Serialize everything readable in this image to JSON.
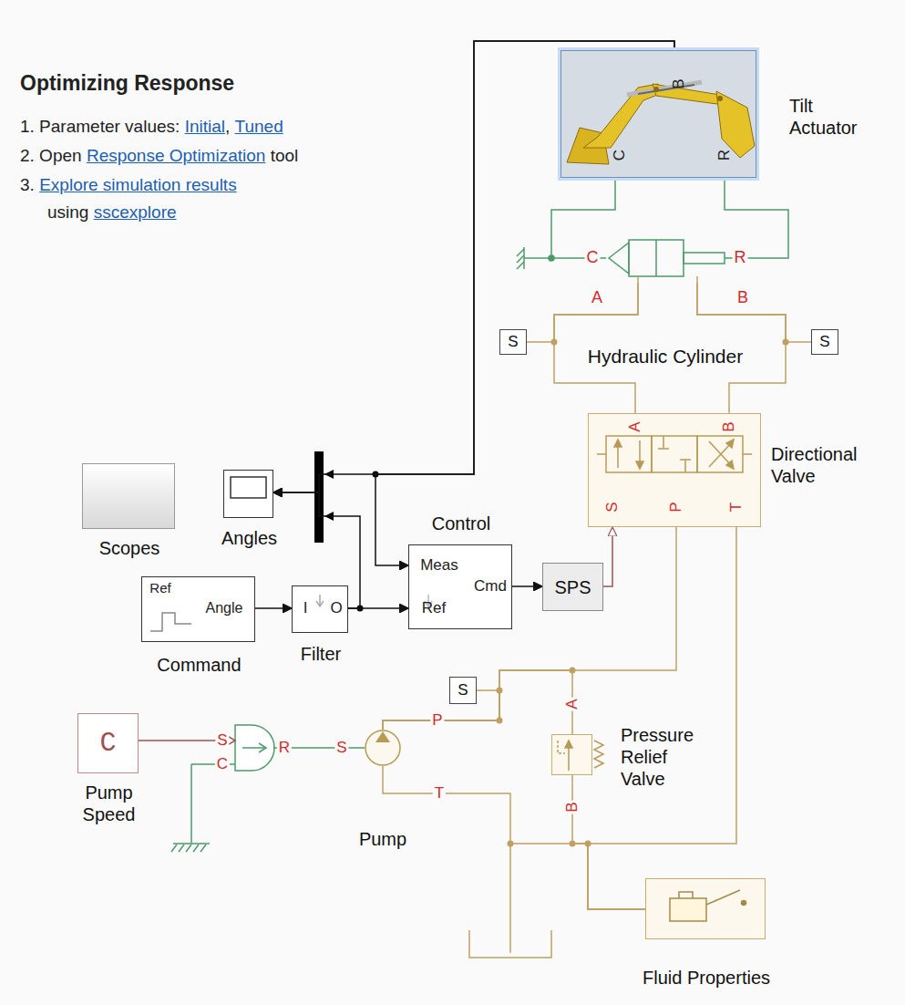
{
  "diagram": {
    "title": "Optimizing Response",
    "nodes": [
      {
        "text": [
          "Tilt Actuator"
        ]
      },
      {
        "text": [
          "Hydraulic Cylinder"
        ]
      },
      {
        "text": [
          "S"
        ]
      },
      {
        "text": [
          "S"
        ]
      },
      {
        "text": [
          "Directional Valve"
        ]
      },
      {
        "text": [
          "Scopes"
        ]
      },
      {
        "text": [
          "Angles"
        ]
      },
      {
        "text": [
          "Command"
        ]
      },
      {
        "text": [
          "Filter"
        ]
      },
      {
        "text": [
          "Control"
        ]
      },
      {
        "text": [
          "SPS"
        ]
      },
      {
        "text": [
          "S"
        ]
      },
      {
        "text": [
          "C",
          "Pump Speed"
        ]
      },
      {
        "text": [
          "Pump"
        ]
      },
      {
        "text": [
          "Pressure Relief Valve"
        ]
      },
      {
        "text": [
          "Fluid Properties"
        ]
      }
    ],
    "edges": [
      {
        "from": 0,
        "to": 1,
        "arrow": "none"
      },
      {
        "from": 0,
        "to": 1,
        "arrow": "none"
      },
      {
        "from": 1,
        "to": 4,
        "arrow": "none"
      },
      {
        "from": 1,
        "to": 4,
        "arrow": "none"
      },
      {
        "from": 1,
        "to": 2,
        "arrow": "none"
      },
      {
        "from": 1,
        "to": 3,
        "arrow": "none"
      },
      {
        "from": 0,
        "to": 6,
        "arrow": "to"
      },
      {
        "from": 0,
        "to": 9,
        "arrow": "to"
      },
      {
        "from": 7,
        "to": 8,
        "arrow": "to"
      },
      {
        "from": 8,
        "to": 6,
        "arrow": "to"
      },
      {
        "from": 8,
        "to": 9,
        "arrow": "to"
      },
      {
        "from": 9,
        "to": 10,
        "arrow": "to"
      },
      {
        "from": 10,
        "to": 4,
        "arrow": "to"
      },
      {
        "from": 13,
        "to": 4,
        "arrow": "none"
      },
      {
        "from": 13,
        "to": 11,
        "arrow": "none"
      },
      {
        "from": 13,
        "to": 14,
        "arrow": "none"
      },
      {
        "from": 4,
        "to": 15,
        "arrow": "none"
      },
      {
        "from": 14,
        "to": 15,
        "arrow": "none"
      },
      {
        "from": 13,
        "to": 15,
        "arrow": "none"
      }
    ],
    "labels": [
      "1. Parameter values:",
      "Initial",
      ",",
      "Tuned",
      "2. Open",
      "Response Optimization",
      "tool",
      "3.",
      "Explore simulation results",
      "using",
      "sscexplore",
      "B",
      "C",
      "R",
      "C",
      "R",
      "A",
      "B",
      "A",
      "B",
      "S",
      "P",
      "T",
      "Ref",
      "Angle",
      "I",
      "O",
      "Meas",
      "Cmd",
      "Ref",
      "S",
      "C",
      "R",
      "P",
      "T",
      "S",
      "A",
      "B"
    ]
  }
}
